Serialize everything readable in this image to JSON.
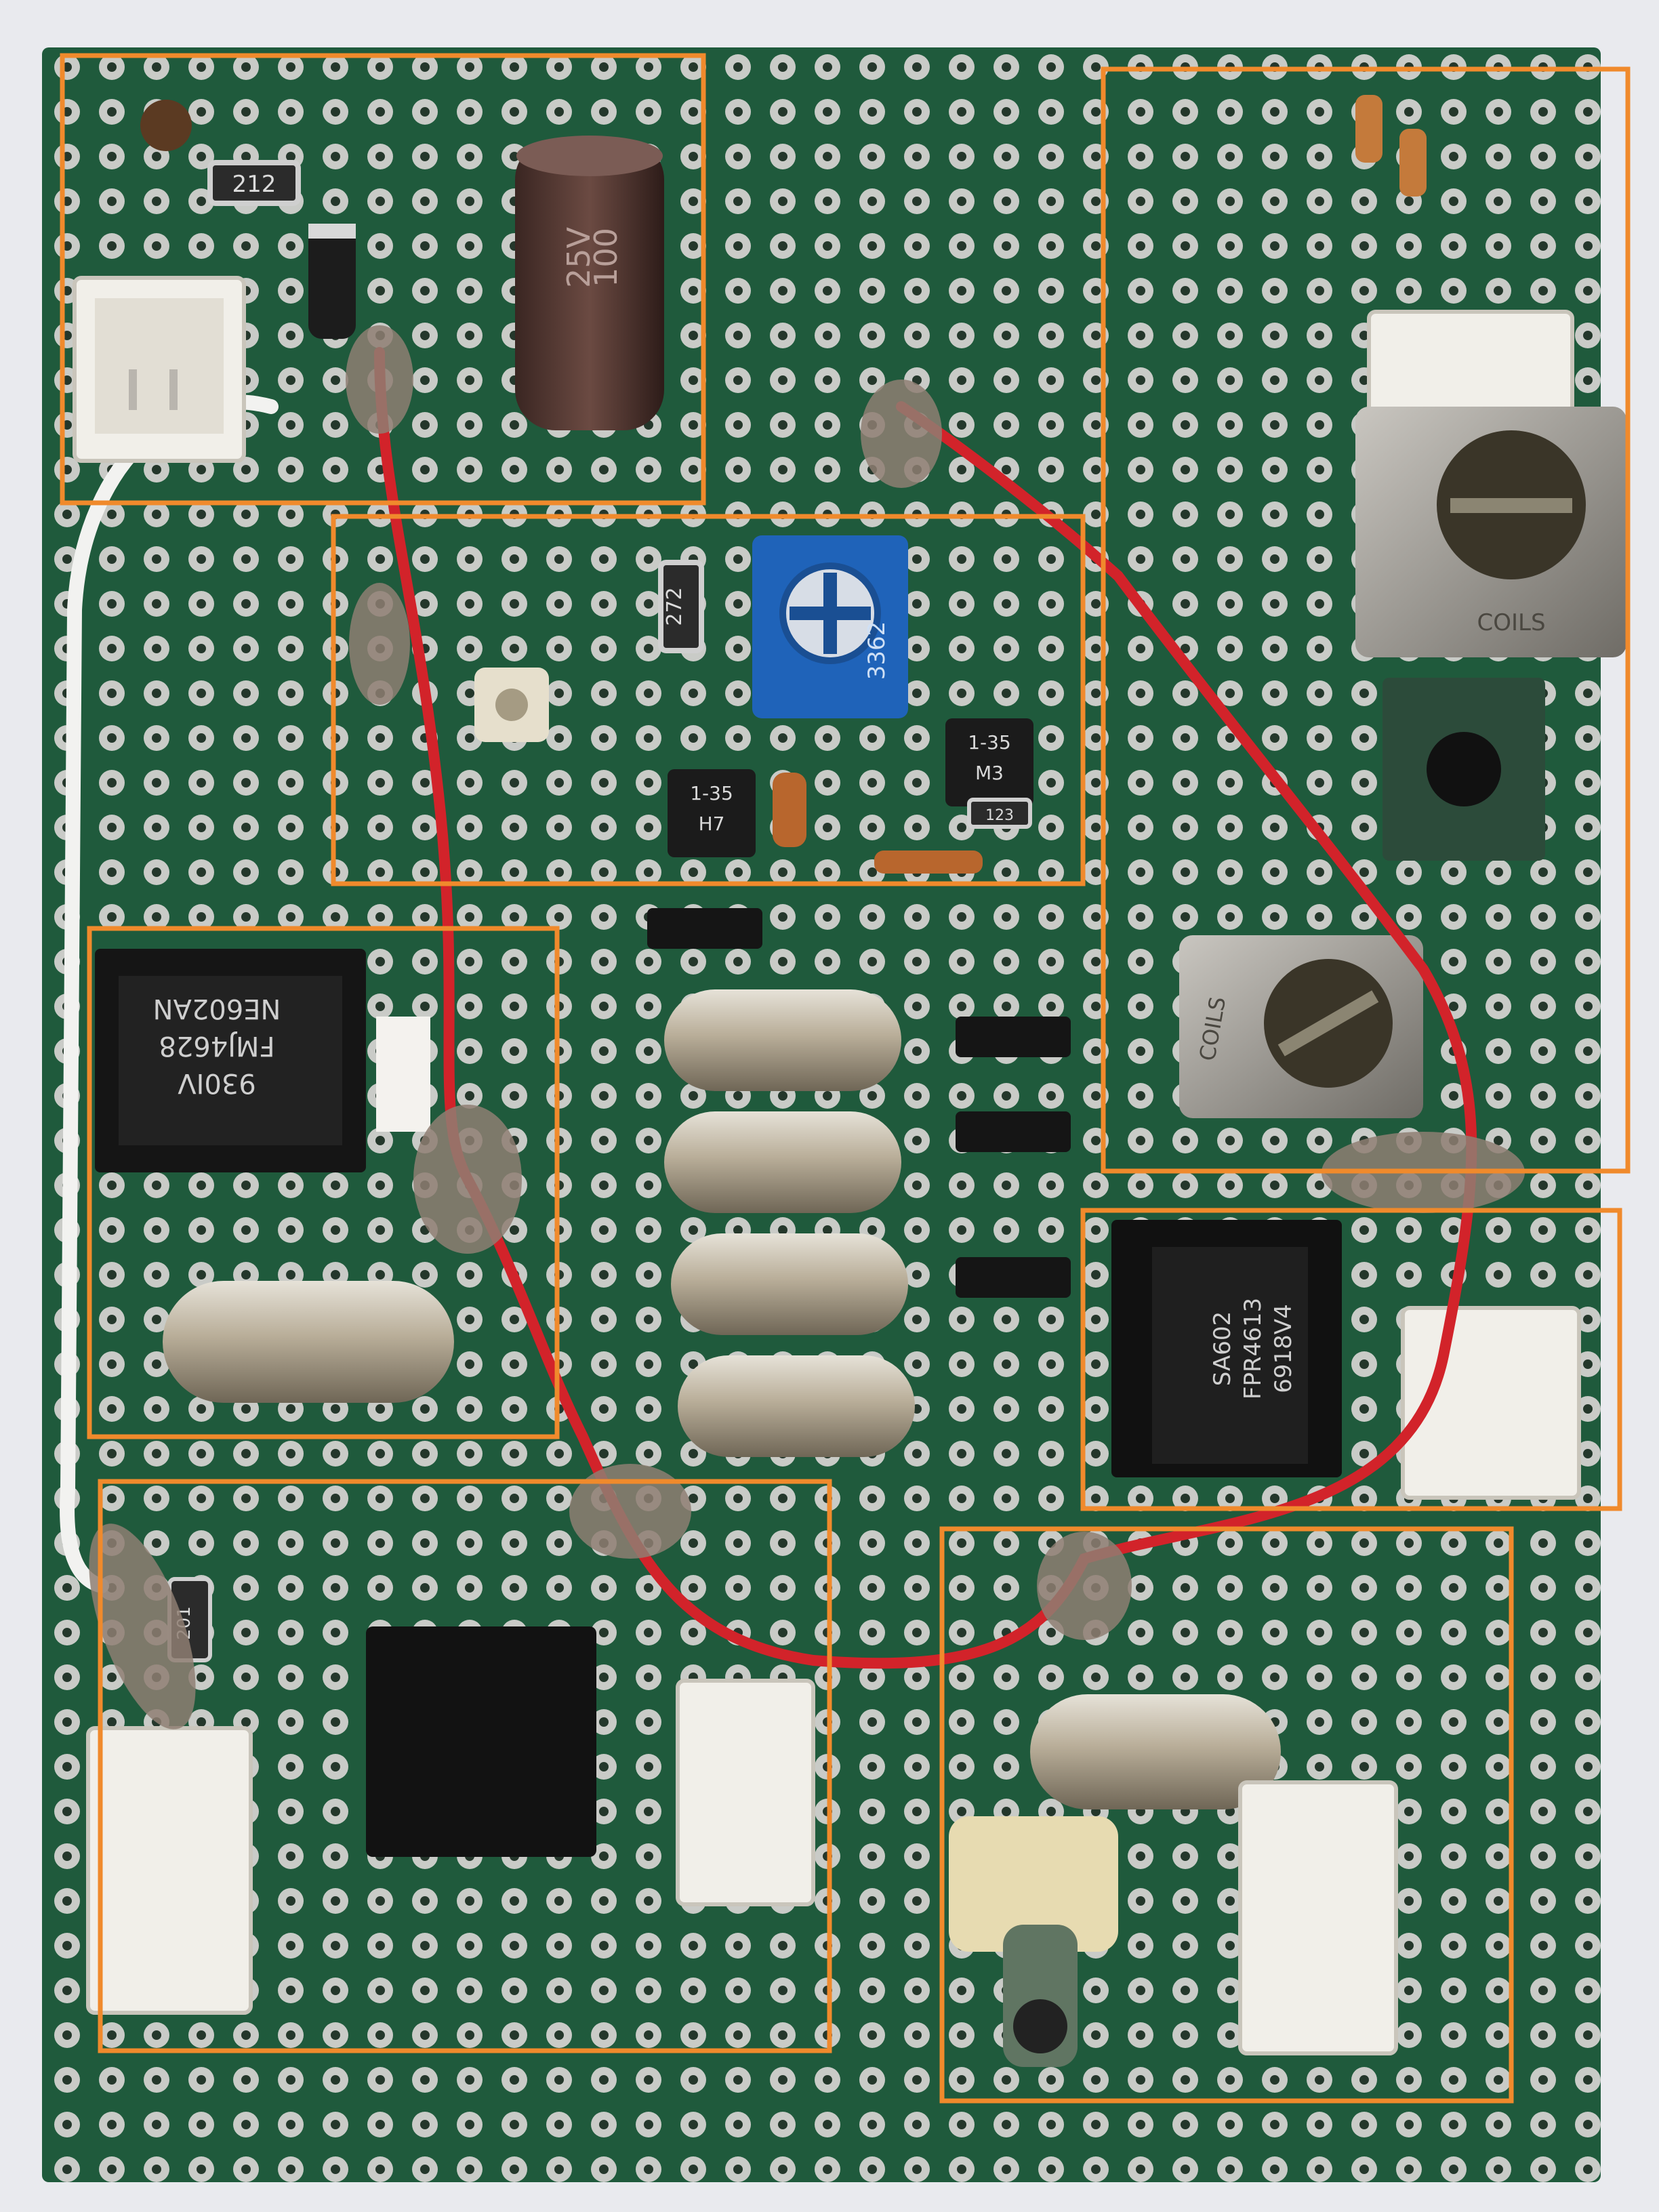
{
  "photo": {
    "background": "#e9eaee",
    "board_color": "#1f5a3c",
    "pad_color": "#c9cbc7",
    "box_color": "#f08a2c",
    "wire_red": "#d2232a",
    "wire_white": "#f2f2f0"
  },
  "markings": {
    "ne602_top": "NE602AN",
    "ne602_mid": "FMJ4628",
    "ne602_bot": "930IV",
    "cap_voltage": "25V",
    "cap_value": "100",
    "resistor_212": "212",
    "resistor_272": "272",
    "pot_code": "3362",
    "tr_1": "1-35",
    "tr_1_code": "M3",
    "tr_2": "1-35",
    "tr_2_code": "H7",
    "coil_top": "COILS",
    "coil_mid": "COILS",
    "ic2_top": "SA602",
    "ic2_mid": "FPR4613",
    "ic2_bot": "6918V4",
    "smd_201": "201",
    "smd_123": "123"
  }
}
